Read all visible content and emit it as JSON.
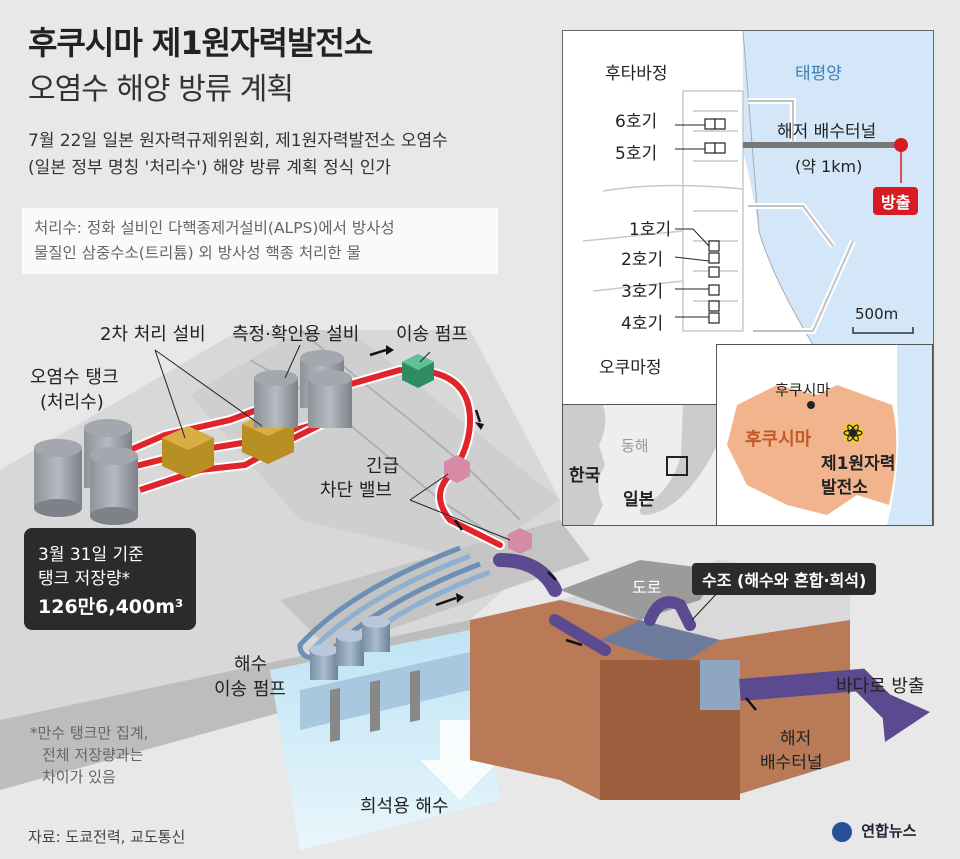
{
  "header": {
    "title_line1": "후쿠시마 제1원자력발전소",
    "title_line2": "오염수 해양 방류 계획",
    "desc_line1": "7월 22일 일본 원자력규제위원회, 제1원자력발전소 오염수",
    "desc_line2": "(일본 정부 명칭 '처리수') 해양 방류 계획 정식 인가"
  },
  "note": {
    "line1": "처리수: 정화 설비인 다핵종제거설비(ALPS)에서 방사성",
    "line2": "물질인 삼중수소(트리튬) 외 방사성 핵종 처리한 물"
  },
  "map": {
    "futaba": "후타바정",
    "pacific": "태평양",
    "okuma": "오쿠마정",
    "unit6": "6호기",
    "unit5": "5호기",
    "unit1": "1호기",
    "unit2": "2호기",
    "unit3": "3호기",
    "unit4": "4호기",
    "tunnel": "해저 배수터널",
    "tunnel_len": "(약 1km)",
    "discharge": "방출",
    "scale": "500m"
  },
  "inset": {
    "fukushima_city": "후쿠시마",
    "fukushima_pref": "후쿠시마",
    "plant_line1": "제1원자력",
    "plant_line2": "발전소",
    "east_sea": "동해",
    "korea": "한국",
    "japan": "일본"
  },
  "diagram": {
    "tank_label1": "오염수 탱크",
    "tank_label2": "(처리수)",
    "secondary": "2차 처리 설비",
    "measure": "측정·확인용 설비",
    "transfer_pump": "이송 펌프",
    "valve1": "긴급",
    "valve2": "차단 밸브",
    "road": "도로",
    "tank_water": "수조 (해수와 혼합·희석)",
    "seawater_pump1": "해수",
    "seawater_pump2": "이송 펌프",
    "to_sea": "바다로 방출",
    "undersea1": "해저",
    "undersea2": "배수터널",
    "dilution": "희석용 해수",
    "tank_info_line1": "3월 31일 기준",
    "tank_info_line2": "탱크 저장량*",
    "tank_info_value": "126만6,400m³",
    "footnote1": "*만수 탱크만 집계,",
    "footnote2": "전체 저장량과는",
    "footnote3": "차이가 있음"
  },
  "footer": {
    "source": "자료: 도쿄전력, 교도통신",
    "logo": "연합뉴스"
  },
  "colors": {
    "pipe_red": "#e0242a",
    "water_blue": "#9fd0ea",
    "sea_blue": "#d3e7f8",
    "purple": "#5b4a8f",
    "land_orange": "#f1b48d"
  }
}
